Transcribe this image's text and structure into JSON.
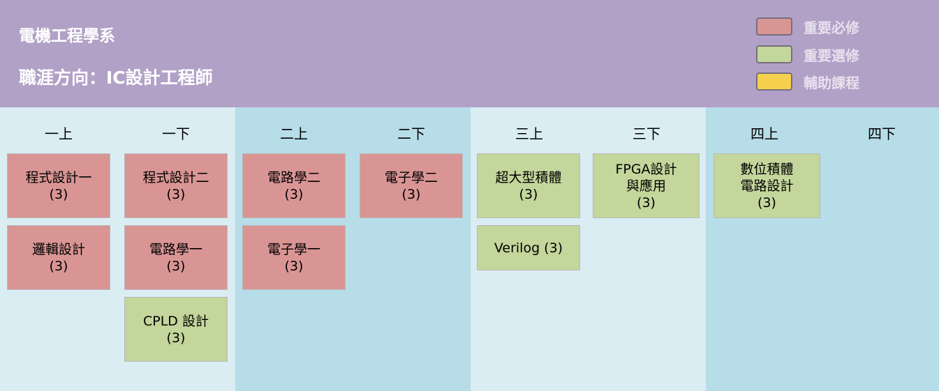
{
  "header": {
    "department": "電機工程學系",
    "career_path": "職涯方向：IC設計工程師"
  },
  "legend": [
    {
      "label": "重要必修",
      "color": "#d99594"
    },
    {
      "label": "重要選修",
      "color": "#c3d69b"
    },
    {
      "label": "輔助課程",
      "color": "#f5d04e"
    }
  ],
  "colors": {
    "header_bg": "#b2a1c7",
    "band_light": "#daedf3",
    "band_dark": "#b7dde8",
    "required": "#d99594",
    "elective": "#c3d69b",
    "auxiliary": "#f5d04e"
  },
  "semesters": [
    "一上",
    "一下",
    "二上",
    "二下",
    "三上",
    "三下",
    "四上",
    "四下"
  ],
  "courses": {
    "c1": "程式設計一\n(3)",
    "c2": "邏輯設計\n(3)",
    "c3": "程式設計二\n(3)",
    "c4": "電路學一\n(3)",
    "c5": "CPLD 設計\n(3)",
    "c6": "電路學二\n(3)",
    "c7": "電子學一\n(3)",
    "c8": "電子學二\n(3)",
    "c9": "超大型積體\n(3)",
    "c10": "Verilog (3)",
    "c11": "FPGA設計\n與應用\n(3)",
    "c12": "數位積體\n電路設計\n(3)"
  }
}
